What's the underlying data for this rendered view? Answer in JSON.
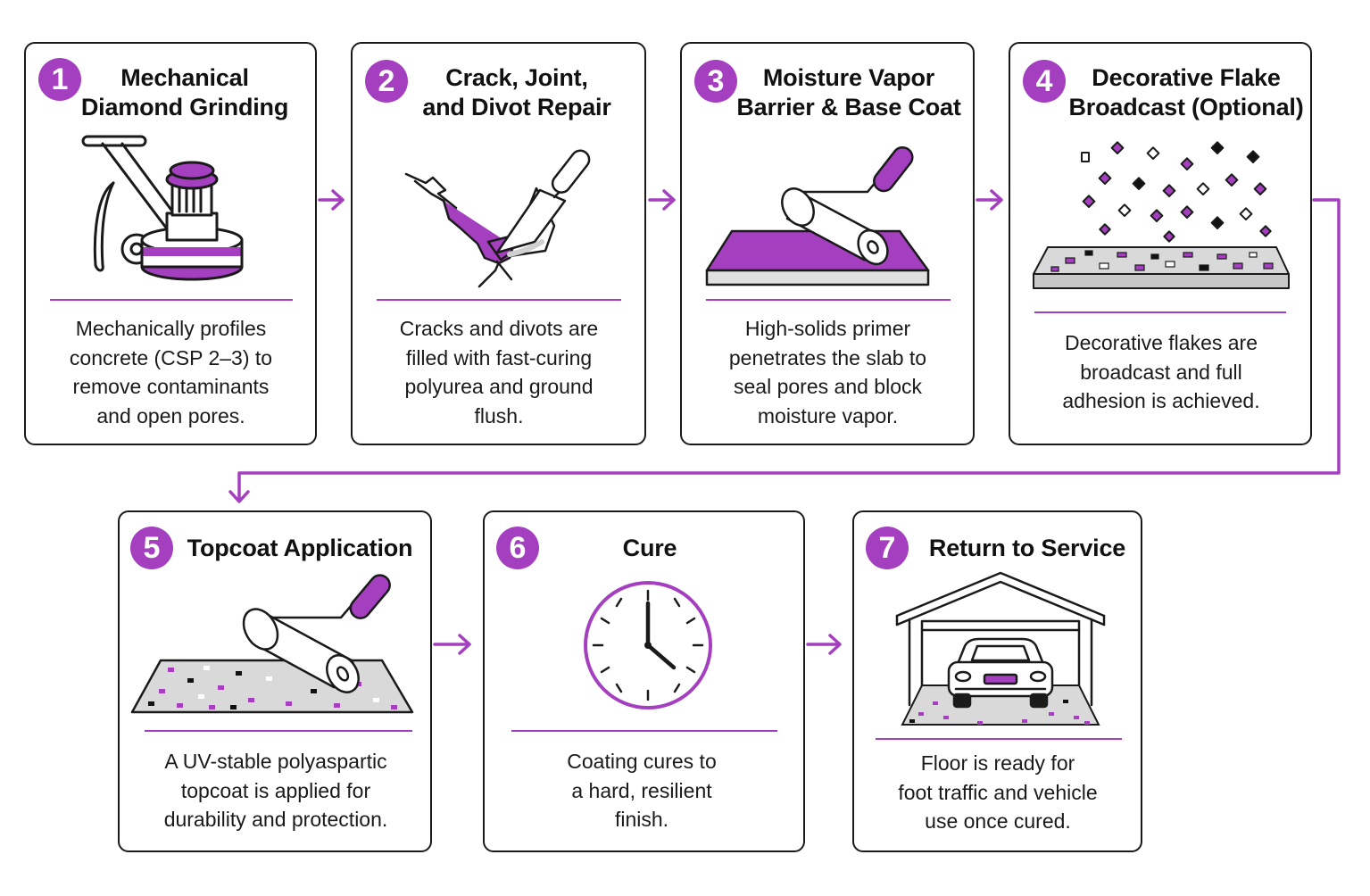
{
  "colors": {
    "accent": "#a43fbf",
    "outline": "#1a1a1a",
    "slab": "#d9d9d9"
  },
  "steps": [
    {
      "number": "1",
      "title": [
        "Mechanical",
        "Diamond Grinding"
      ],
      "icon": "floor-grinder-icon",
      "description": [
        "Mechanically profiles",
        "concrete (CSP 2–3) to",
        "remove contaminants",
        "and open pores."
      ]
    },
    {
      "number": "2",
      "title": [
        "Crack, Joint,",
        "and Divot Repair"
      ],
      "icon": "trowel-crack-icon",
      "description": [
        "Cracks and divots are",
        "filled with fast-curing",
        "polyurea and ground",
        "flush."
      ]
    },
    {
      "number": "3",
      "title": [
        "Moisture Vapor",
        "Barrier & Base Coat"
      ],
      "icon": "paint-roller-base-icon",
      "description": [
        "High-solids primer",
        "penetrates the slab to",
        "seal pores and block",
        "moisture vapor."
      ]
    },
    {
      "number": "4",
      "title": [
        "Decorative Flake",
        "Broadcast (Optional)"
      ],
      "icon": "flake-broadcast-icon",
      "description": [
        "Decorative flakes are",
        "broadcast and full",
        "adhesion is achieved."
      ]
    },
    {
      "number": "5",
      "title": [
        "Topcoat Application"
      ],
      "icon": "paint-roller-topcoat-icon",
      "description": [
        "A UV-stable polyaspartic",
        "topcoat is applied for",
        "durability and protection."
      ]
    },
    {
      "number": "6",
      "title": [
        "Cure"
      ],
      "icon": "clock-icon",
      "description": [
        "Coating cures to",
        "a hard, resilient",
        "finish."
      ]
    },
    {
      "number": "7",
      "title": [
        "Return to Service"
      ],
      "icon": "garage-car-icon",
      "description": [
        "Floor is ready for",
        "foot traffic and vehicle",
        "use once cured."
      ]
    }
  ]
}
